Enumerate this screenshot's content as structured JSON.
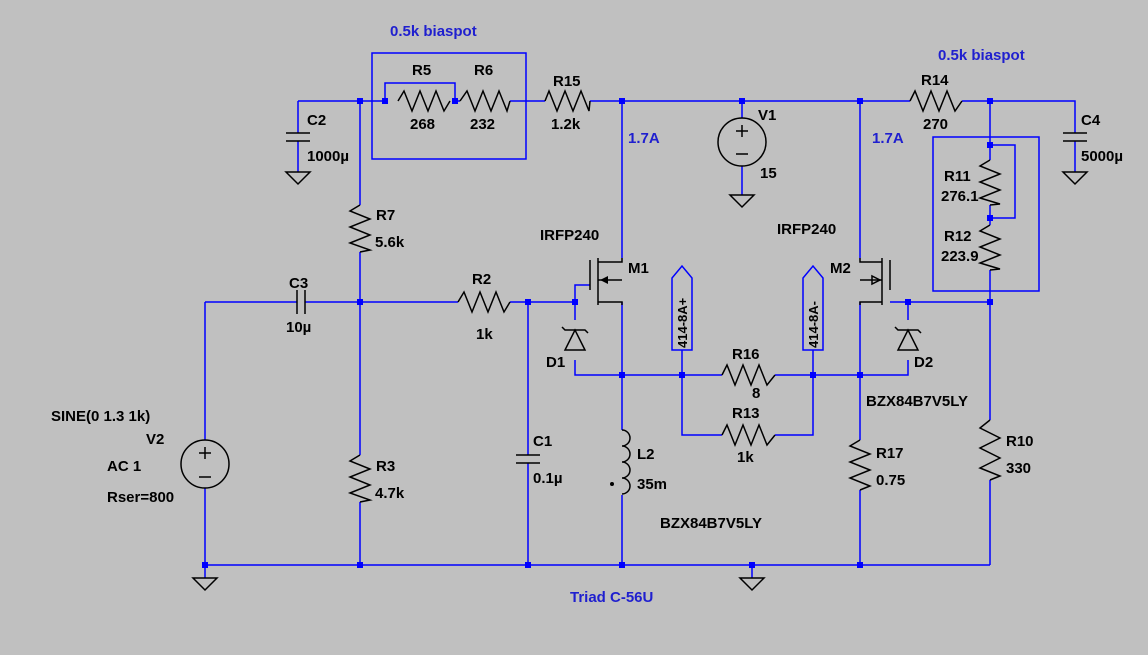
{
  "colors": {
    "background": "#c0c0c0",
    "wire": "#0000ff",
    "component": "#000000",
    "note": "#1f1fcf"
  },
  "notes": {
    "biaspot_left": "0.5k biaspot",
    "biaspot_right": "0.5k biaspot",
    "current_m1": "1.7A",
    "current_m2": "1.7A",
    "inductor_part": "BZX84B7V5LY",
    "d2_part": "BZX84B7V5LY",
    "transformer": "Triad C-56U"
  },
  "components": {
    "R5": {
      "name": "R5",
      "value": "268"
    },
    "R6": {
      "name": "R6",
      "value": "232"
    },
    "R15": {
      "name": "R15",
      "value": "1.2k"
    },
    "R14": {
      "name": "R14",
      "value": "270"
    },
    "R11": {
      "name": "R11",
      "value": "276.1"
    },
    "R12": {
      "name": "R12",
      "value": "223.9"
    },
    "R7": {
      "name": "R7",
      "value": "5.6k"
    },
    "R2": {
      "name": "R2",
      "value": "1k"
    },
    "R3": {
      "name": "R3",
      "value": "4.7k"
    },
    "R16": {
      "name": "R16",
      "value": "8"
    },
    "R13": {
      "name": "R13",
      "value": "1k"
    },
    "R17": {
      "name": "R17",
      "value": "0.75"
    },
    "R10": {
      "name": "R10",
      "value": "330"
    },
    "C2": {
      "name": "C2",
      "value": "1000µ"
    },
    "C3": {
      "name": "C3",
      "value": "10µ"
    },
    "C1": {
      "name": "C1",
      "value": "0.1µ"
    },
    "C4": {
      "name": "C4",
      "value": "5000µ"
    },
    "V1": {
      "name": "V1",
      "value": "15"
    },
    "V2": {
      "name": "V2",
      "func": "SINE(0 1.3 1k)",
      "ac": "AC 1",
      "rser": "Rser=800"
    },
    "M1": {
      "name": "M1",
      "part": "IRFP240"
    },
    "M2": {
      "name": "M2",
      "part": "IRFP240"
    },
    "L2": {
      "name": "L2",
      "value": "35m"
    },
    "D1": {
      "name": "D1"
    },
    "D2": {
      "name": "D2"
    }
  },
  "net_labels": {
    "plus": "414-8A+",
    "minus": "414-8A-"
  }
}
